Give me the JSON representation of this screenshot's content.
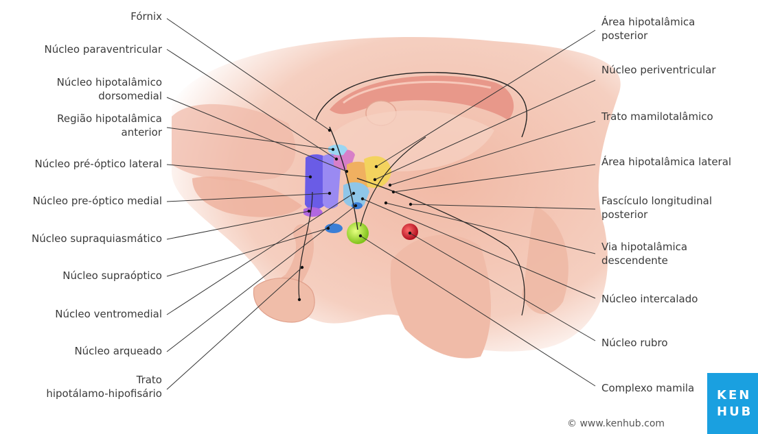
{
  "labels_left": [
    {
      "key": "fornix",
      "lines": [
        "Fórnix"
      ]
    },
    {
      "key": "paraventricular",
      "lines": [
        "Núcleo paraventricular"
      ]
    },
    {
      "key": "dorsomedial",
      "lines": [
        "Núcleo hipotalâmico",
        "dorsomedial"
      ]
    },
    {
      "key": "anterior",
      "lines": [
        "Região hipotalâmica",
        "anterior"
      ]
    },
    {
      "key": "preoptico-lateral",
      "lines": [
        "Núcleo pré-óptico lateral"
      ]
    },
    {
      "key": "preoptico-medial",
      "lines": [
        "Núcleo pre-óptico medial"
      ]
    },
    {
      "key": "supraquiasmatico",
      "lines": [
        "Núcleo supraquiasmático"
      ]
    },
    {
      "key": "supraoptico",
      "lines": [
        "Núcleo supraóptico"
      ]
    },
    {
      "key": "ventromedial",
      "lines": [
        "Núcleo ventromedial"
      ]
    },
    {
      "key": "arqueado",
      "lines": [
        "Núcleo arqueado"
      ]
    },
    {
      "key": "trato-hipofisario",
      "lines": [
        "Trato",
        "hipotálamo-hipofisário"
      ]
    }
  ],
  "labels_right": [
    {
      "key": "area-posterior",
      "lines": [
        "Área hipotalâmica",
        "posterior"
      ]
    },
    {
      "key": "periventricular",
      "lines": [
        "Núcleo periventricular"
      ]
    },
    {
      "key": "mamilotalamico",
      "lines": [
        "Trato mamilotalâmico"
      ]
    },
    {
      "key": "area-lateral",
      "lines": [
        "Área hipotalâmica lateral"
      ]
    },
    {
      "key": "fasciculo",
      "lines": [
        "Fascículo longitudinal",
        "posterior"
      ]
    },
    {
      "key": "via-descendente",
      "lines": [
        "Via hipotalâmica",
        "descendente"
      ]
    },
    {
      "key": "intercalado",
      "lines": [
        "Núcleo intercalado"
      ]
    },
    {
      "key": "rubro",
      "lines": [
        "Núcleo rubro"
      ]
    },
    {
      "key": "mamilar",
      "lines": [
        "Complexo mamila"
      ]
    }
  ],
  "brand": {
    "line1": "KEN",
    "line2": "HUB",
    "copyright": "© www.kenhub.com",
    "color": "#1aa0e0"
  },
  "colors": {
    "tissue": "#f2c2b0",
    "tissue_dark": "#e7a08a",
    "tissue_light": "#f8dcd0",
    "leader": "#333333",
    "dot": "#111111",
    "preoptic_lateral": "#6a5ce6",
    "preoptic_medial": "#8f7cf0",
    "paraventricular": "#d77fc8",
    "dorsomedial": "#f0b060",
    "anterior": "#9ad6f2",
    "posterior": "#f3d35e",
    "ventromedial": "#8fc6e8",
    "supraoptic": "#3b7fd6",
    "mamillary": "#a6e02a",
    "red_nucleus": "#d2182a"
  }
}
